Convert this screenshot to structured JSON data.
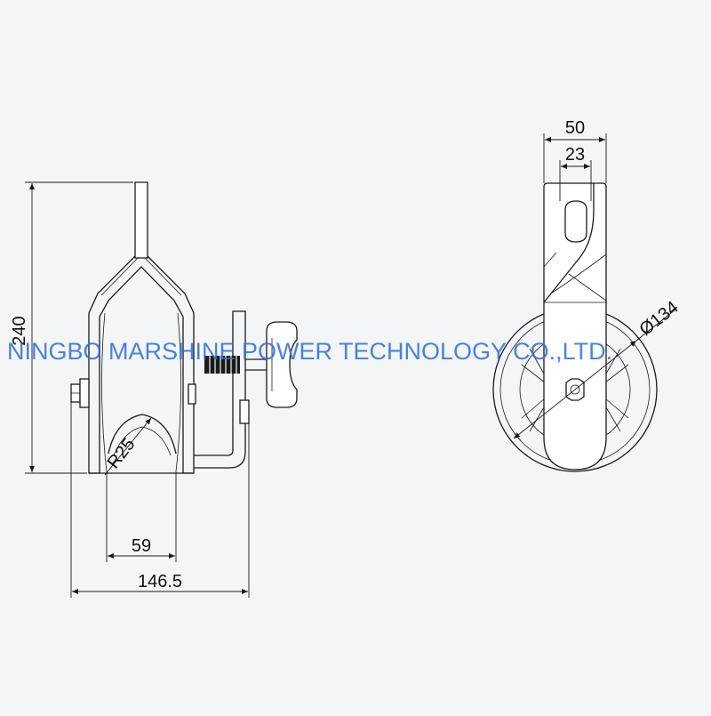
{
  "watermark": "NINGBO MARSHINE POWER TECHNOLOGY CO.,LTD.",
  "dimensions": {
    "height": "240",
    "radius": "R25",
    "inner_width": "59",
    "overall_width": "146.5",
    "top_width": "50",
    "slot_width": "23",
    "sheave_diameter": "Ø134"
  },
  "colors": {
    "background": "#f4f5f7",
    "line": "#1a1a1a",
    "watermark": "#2b6fd6"
  }
}
